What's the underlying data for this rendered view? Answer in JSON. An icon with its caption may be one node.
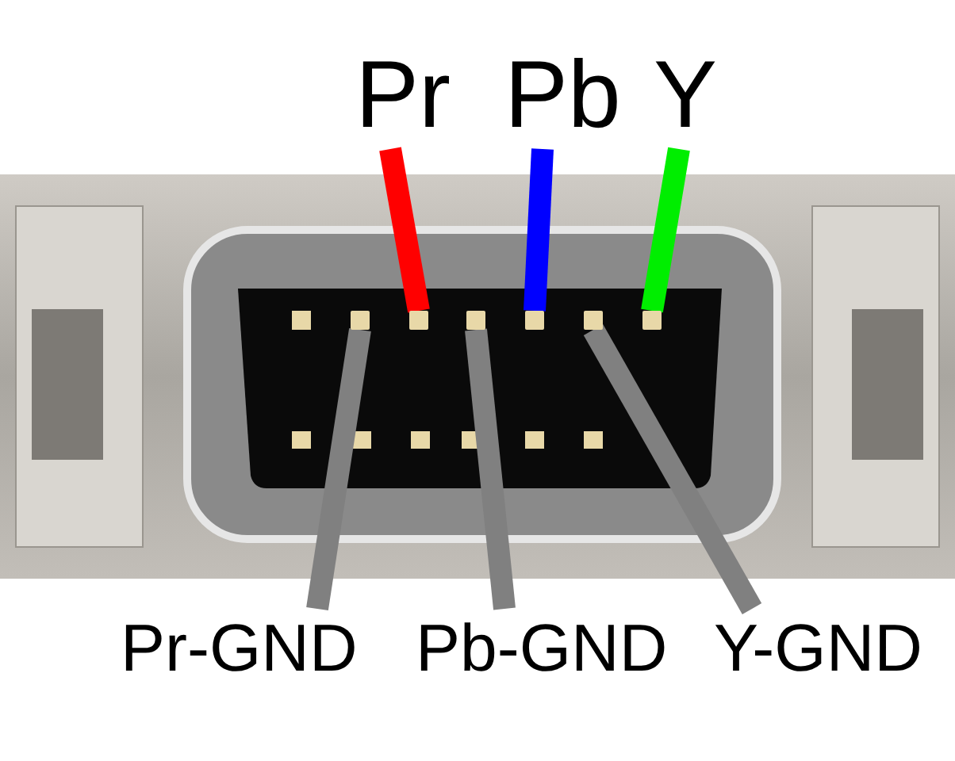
{
  "diagram": {
    "nodes": [
      {
        "text": [
          "Pr"
        ]
      },
      {
        "text": [
          "Pb"
        ]
      },
      {
        "text": [
          "Y"
        ]
      },
      {
        "text": [],
        "shape": "box"
      },
      {
        "text": [],
        "shape": "box"
      },
      {
        "text": [],
        "shape": "box"
      },
      {
        "text": [],
        "shape": "box"
      },
      {
        "text": [],
        "shape": "box"
      },
      {
        "text": [],
        "shape": "box"
      },
      {
        "text": [
          "Pr-GND"
        ]
      },
      {
        "text": [
          "Pb-GND"
        ]
      },
      {
        "text": [
          "Y-GND"
        ]
      }
    ],
    "edges": [
      {
        "from": 0,
        "to": 4,
        "arrow": "none",
        "color": "#ff0000"
      },
      {
        "from": 1,
        "to": 6,
        "arrow": "none",
        "color": "#0000ff"
      },
      {
        "from": 2,
        "to": 8,
        "arrow": "none",
        "color": "#00ee00"
      },
      {
        "from": 9,
        "to": 3,
        "arrow": "none"
      },
      {
        "from": 10,
        "to": 5,
        "arrow": "none"
      },
      {
        "from": 11,
        "to": 7,
        "arrow": "none"
      }
    ]
  }
}
